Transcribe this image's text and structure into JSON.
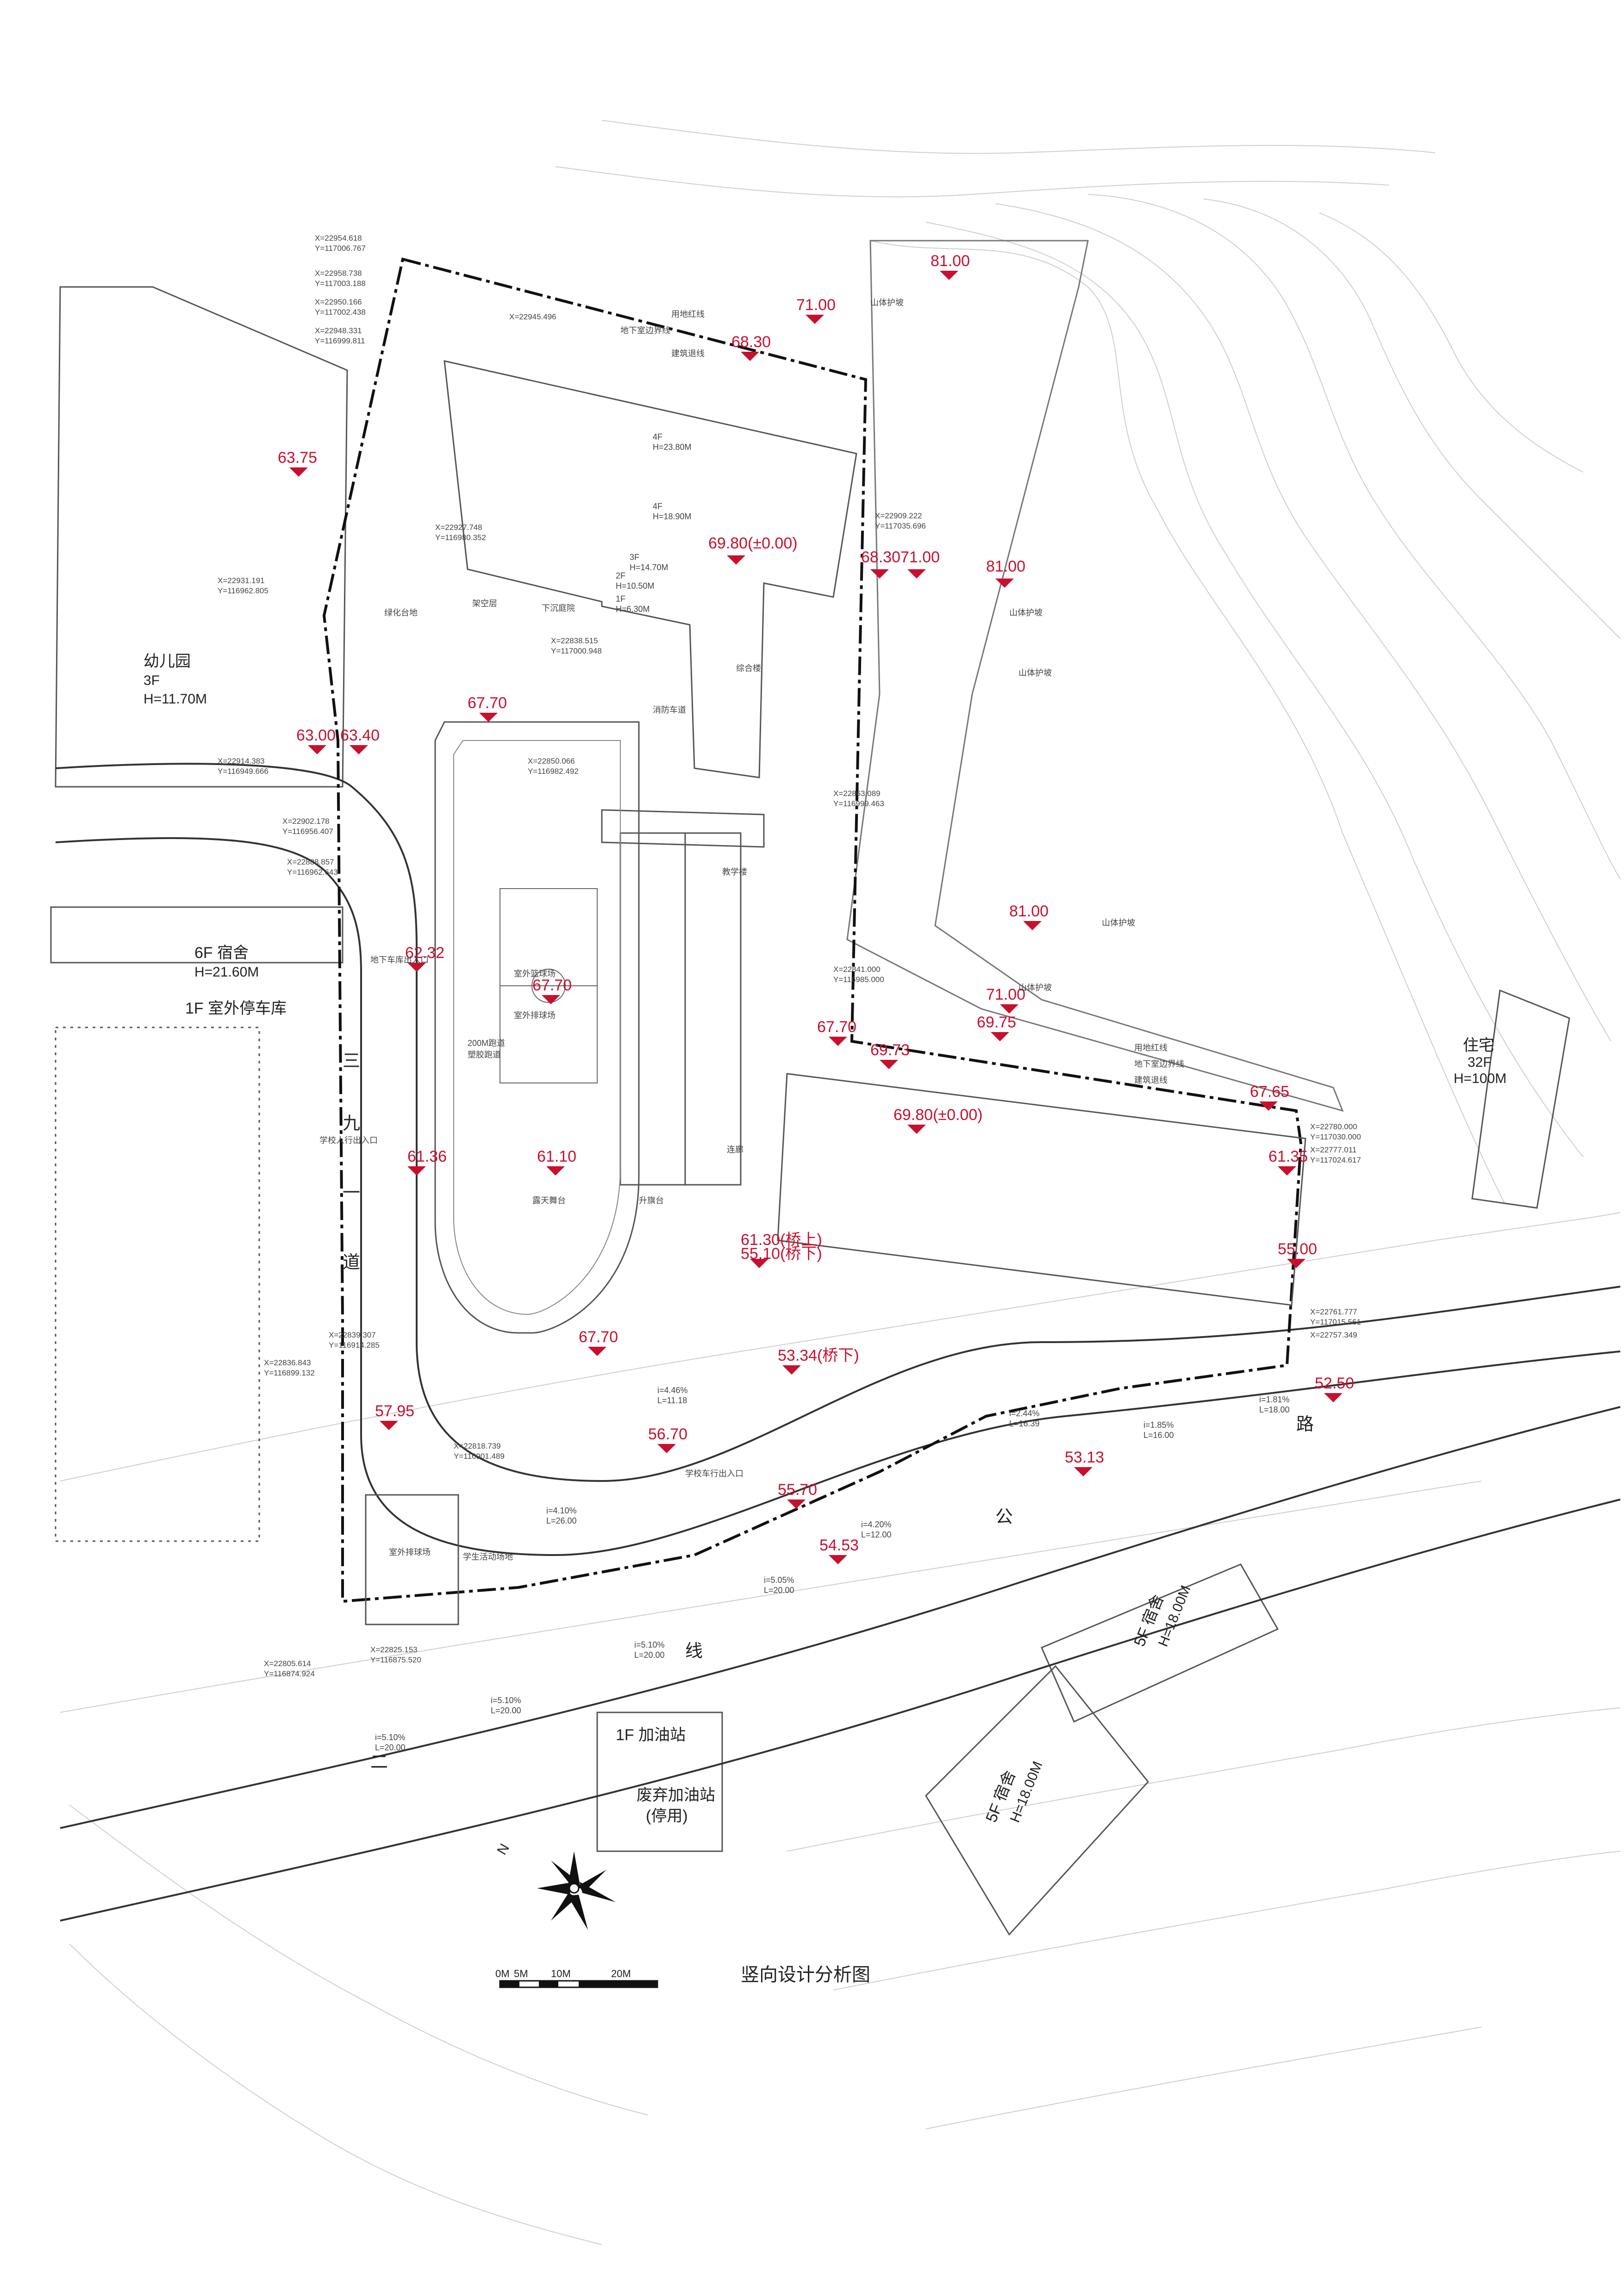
{
  "title": "竖向设计分析图",
  "scale_bar": {
    "labels": [
      "0M",
      "5M",
      "10M",
      "20M"
    ]
  },
  "north_label": "N",
  "buildings": [
    {
      "id": "kindergarten",
      "lines": [
        "幼儿园",
        "3F",
        "H=11.70M"
      ]
    },
    {
      "id": "dorm-west",
      "lines": [
        "6F  宿舍",
        "H=21.60M"
      ]
    },
    {
      "id": "parking",
      "lines": [
        "1F  室外停车库"
      ]
    },
    {
      "id": "residence",
      "lines": [
        "住宅",
        "32F",
        "H=100M"
      ]
    },
    {
      "id": "dorm-se1",
      "lines": [
        "5F  宿舍",
        "H=18.00M"
      ]
    },
    {
      "id": "dorm-se2",
      "lines": [
        "5F  宿舍",
        "H=18.00M"
      ]
    },
    {
      "id": "gas-station",
      "lines": [
        "1F  加油站"
      ]
    },
    {
      "id": "gas-abandoned",
      "lines": [
        "废弃加油站",
        "(停用)"
      ]
    }
  ],
  "road_labels": [
    {
      "id": "road-char-1",
      "text": "三"
    },
    {
      "id": "road-char-2",
      "text": "九"
    },
    {
      "id": "road-char-3",
      "text": "一"
    },
    {
      "id": "road-char-4",
      "text": "道"
    },
    {
      "id": "road-char-5",
      "text": "路"
    },
    {
      "id": "road-char-6",
      "text": "公"
    },
    {
      "id": "road-char-7",
      "text": "线"
    },
    {
      "id": "road-char-8",
      "text": "二"
    }
  ],
  "elevations": [
    "81.00",
    "71.00",
    "68.30",
    "63.75",
    "69.80(±0.00)",
    "68.30",
    "71.00",
    "81.00",
    "67.70",
    "63.00",
    "63.40",
    "62.32",
    "67.70",
    "81.00",
    "71.00",
    "69.75",
    "67.70",
    "69.73",
    "69.80(±0.00)",
    "67.65",
    "61.36",
    "61.10",
    "61.30(桥上)",
    "55.10(桥下)",
    "61.35",
    "55.00",
    "67.70",
    "53.34(桥下)",
    "57.95",
    "56.70",
    "55.70",
    "53.13",
    "52.50",
    "54.53"
  ],
  "coordinates": [
    "X=22954.618",
    "Y=117006.767",
    "X=22958.738",
    "Y=117003.188",
    "X=22950.166",
    "Y=117002.438",
    "X=22948.331",
    "Y=116999.811",
    "X=22945.496",
    "X=22931.191",
    "Y=116962.805",
    "X=22914.383",
    "Y=116949.666",
    "X=22902.178",
    "Y=116956.407",
    "X=22888.857",
    "Y=116962.643",
    "X=22927.748",
    "Y=116980.352",
    "X=22838.515",
    "Y=117000.948",
    "X=22850.066",
    "Y=116982.492",
    "X=22863.089",
    "Y=116999.463",
    "X=22841.000",
    "Y=116985.000",
    "X=22780.000",
    "Y=117030.000",
    "X=22777.011",
    "Y=117024.617",
    "X=22761.777",
    "Y=117015.561",
    "X=22757.349",
    "X=22839.307",
    "Y=116914.285",
    "X=22836.843",
    "Y=116899.132",
    "X=22818.739",
    "Y=116901.489",
    "X=22805.614",
    "Y=116874.924",
    "X=22825.153",
    "Y=116875.520",
    "X=22909.222",
    "Y=117035.696"
  ],
  "slopes": [
    "i=4.10%",
    "L=26.00",
    "i=4.20%",
    "L=12.00",
    "i=5.05%",
    "L=20.00",
    "i=5.10%",
    "L=20.00",
    "i=5.10%",
    "L=20.00",
    "i=5.10%",
    "L=20.00",
    "i=1.85%",
    "L=16.00",
    "i=1.81%",
    "L=18.00",
    "i=2.44%",
    "L=16.39",
    "i=4.46%",
    "L=11.18"
  ],
  "notes": [
    "山体护坡",
    "山体护坡",
    "山体护坡",
    "山体护坡",
    "山体护坡",
    "用地红线",
    "建筑退线",
    "地下室边界线",
    "用地红线",
    "建筑退线",
    "地下室边界线",
    "4F",
    "H=23.80M",
    "4F",
    "H=18.90M",
    "3F",
    "H=14.70M",
    "2F",
    "H=10.50M",
    "1F",
    "H=6.30M",
    "200M跑道",
    "塑胶跑道",
    "室外篮球场",
    "室外排球场",
    "露天舞台",
    "学生活动场地",
    "下沉庭院",
    "绿化台地",
    "架空层",
    "综合楼",
    "教学楼",
    "室外排球场",
    "地下车库出入口",
    "学校人行出入口",
    "学校车行出入口",
    "消防车道",
    "连廊",
    "升旗台"
  ],
  "colors": {
    "elevation": "#c8102e",
    "line": "#333333",
    "contour": "#cfcfcf"
  }
}
